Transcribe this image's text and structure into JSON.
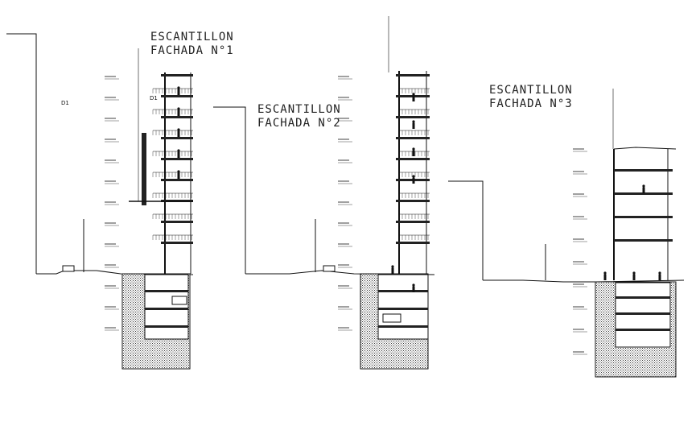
{
  "drawing": {
    "sections": [
      {
        "title_line1": "ESCANTILLON",
        "title_line2": "FACHADA N°1",
        "tags": [
          "D1",
          "D1"
        ]
      },
      {
        "title_line1": "ESCANTILLON",
        "title_line2": "FACHADA N°2"
      },
      {
        "title_line1": "ESCANTILLON",
        "title_line2": "FACHADA N°3"
      }
    ]
  }
}
